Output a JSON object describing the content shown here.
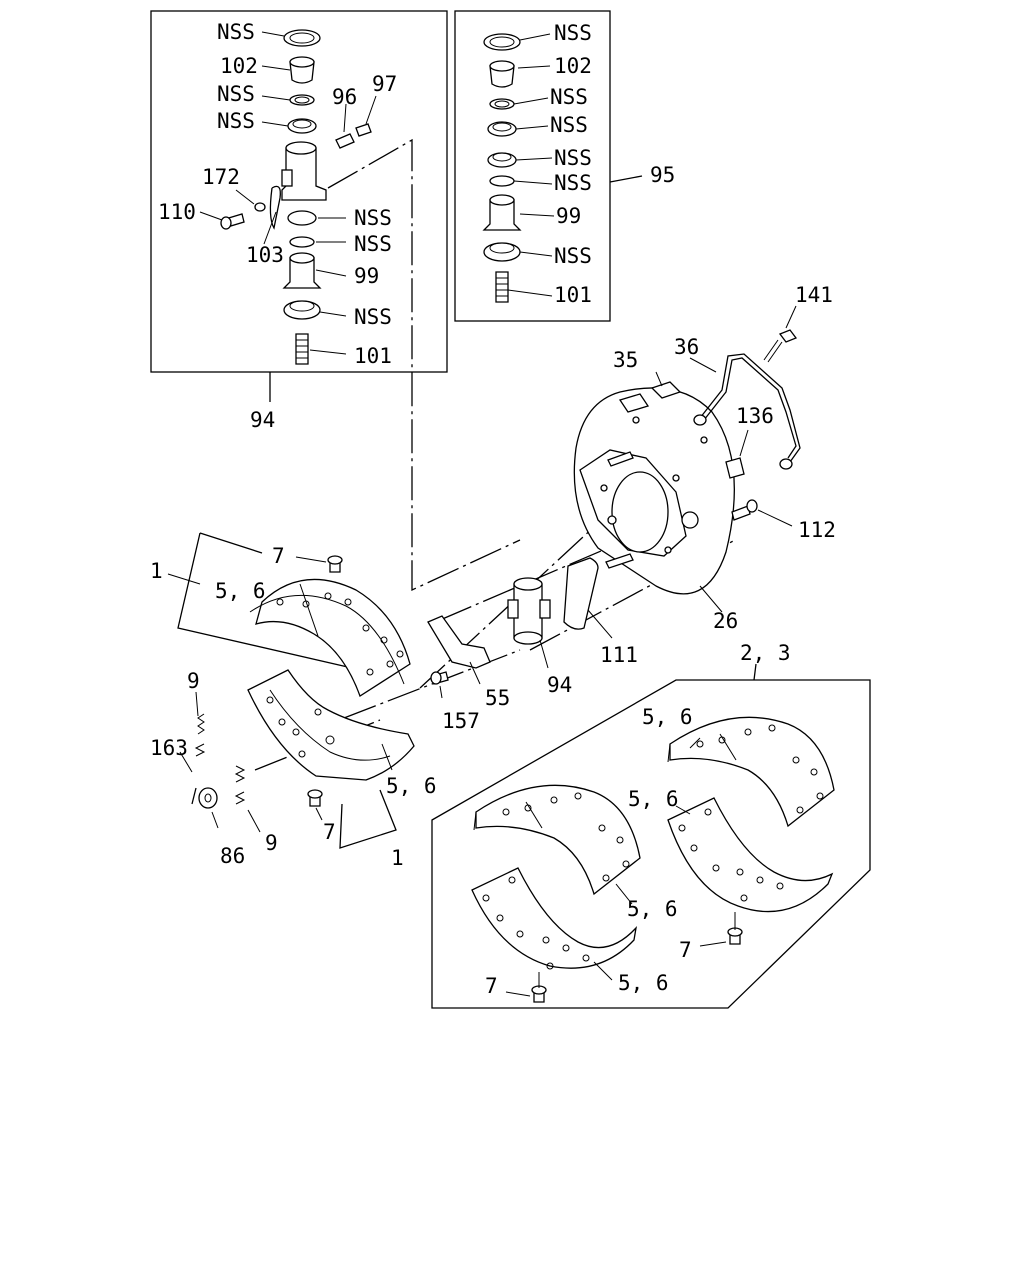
{
  "labels": {
    "box94": [
      "NSS",
      "102",
      "NSS",
      "NSS",
      "96",
      "97",
      "172",
      "110",
      "103",
      "NSS",
      "NSS",
      "99",
      "NSS",
      "101",
      "94"
    ],
    "box95": [
      "NSS",
      "102",
      "NSS",
      "NSS",
      "NSS",
      "NSS",
      "95",
      "99",
      "NSS",
      "101"
    ],
    "assembly": [
      "141",
      "36",
      "35",
      "136",
      "112",
      "26",
      "111",
      "94",
      "55",
      "157",
      "7",
      "1",
      "5, 6",
      "9",
      "163",
      "86",
      "9",
      "7",
      "5, 6",
      "1"
    ],
    "kit": [
      "2, 3",
      "5, 6",
      "5, 6",
      "5, 6",
      "7",
      "5, 6",
      "7"
    ]
  }
}
